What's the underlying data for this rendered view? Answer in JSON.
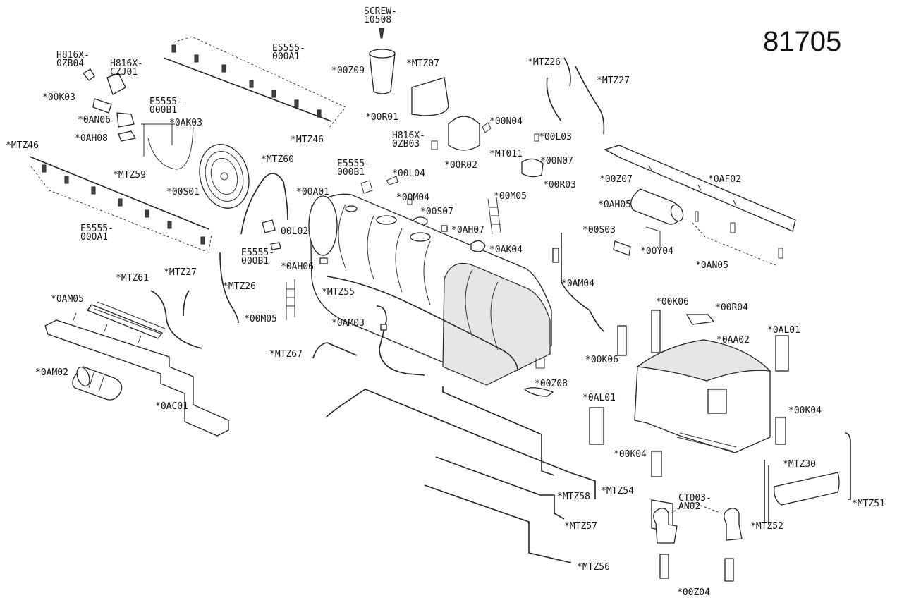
{
  "model_number": "81705",
  "labels": [
    {
      "id": "screw",
      "lines": [
        "SCREW-",
        "10508"
      ]
    },
    {
      "id": "h816x-0zb04",
      "lines": [
        "H816X-",
        "0ZB04"
      ]
    },
    {
      "id": "h816x-czj01",
      "lines": [
        "H816X-",
        "CZJ01"
      ]
    },
    {
      "id": "e5555-000a1-top",
      "lines": [
        "E5555-",
        "000A1"
      ]
    },
    {
      "id": "00z09",
      "lines": [
        "*00Z09"
      ]
    },
    {
      "id": "mtz07",
      "lines": [
        "*MTZ07"
      ]
    },
    {
      "id": "mtz26-top",
      "lines": [
        "*MTZ26"
      ]
    },
    {
      "id": "mtz27-top",
      "lines": [
        "*MTZ27"
      ]
    },
    {
      "id": "00k03",
      "lines": [
        "*00K03"
      ]
    },
    {
      "id": "e5555-000b1-a",
      "lines": [
        "E5555-",
        "000B1"
      ]
    },
    {
      "id": "00r01",
      "lines": [
        "*00R01"
      ]
    },
    {
      "id": "0an06",
      "lines": [
        "*0AN06"
      ]
    },
    {
      "id": "0ak03",
      "lines": [
        "*0AK03"
      ]
    },
    {
      "id": "00n04",
      "lines": [
        "*00N04"
      ]
    },
    {
      "id": "0ah08",
      "lines": [
        "*0AH08"
      ]
    },
    {
      "id": "mtz46-right",
      "lines": [
        "*MTZ46"
      ]
    },
    {
      "id": "h816x-0zb03",
      "lines": [
        "H816X-",
        "0ZB03"
      ]
    },
    {
      "id": "00l03",
      "lines": [
        "*00L03"
      ]
    },
    {
      "id": "mtz46-left",
      "lines": [
        "*MTZ46"
      ]
    },
    {
      "id": "mt011",
      "lines": [
        "*MT011"
      ]
    },
    {
      "id": "mtz59",
      "lines": [
        "*MTZ59"
      ]
    },
    {
      "id": "mtz60",
      "lines": [
        "*MTZ60"
      ]
    },
    {
      "id": "00r02",
      "lines": [
        "*00R02"
      ]
    },
    {
      "id": "00n07",
      "lines": [
        "*00N07"
      ]
    },
    {
      "id": "e5555-000b1-b",
      "lines": [
        "E5555-",
        "000B1"
      ]
    },
    {
      "id": "00z07",
      "lines": [
        "*00Z07"
      ]
    },
    {
      "id": "0af02",
      "lines": [
        "*0AF02"
      ]
    },
    {
      "id": "00l04",
      "lines": [
        "*00L04"
      ]
    },
    {
      "id": "00s01",
      "lines": [
        "*00S01"
      ]
    },
    {
      "id": "00r03",
      "lines": [
        "*00R03"
      ]
    },
    {
      "id": "00a01",
      "lines": [
        "*00A01"
      ]
    },
    {
      "id": "00m04",
      "lines": [
        "*00M04"
      ]
    },
    {
      "id": "00m05-top",
      "lines": [
        "*00M05"
      ]
    },
    {
      "id": "0ah05",
      "lines": [
        "*0AH05"
      ]
    },
    {
      "id": "00s07",
      "lines": [
        "*00S07"
      ]
    },
    {
      "id": "e5555-000a1-bottom",
      "lines": [
        "E5555-",
        "000A1"
      ]
    },
    {
      "id": "00l02",
      "lines": [
        "00L02"
      ]
    },
    {
      "id": "0ah07",
      "lines": [
        "*0AH07"
      ]
    },
    {
      "id": "00s03",
      "lines": [
        "*00S03"
      ]
    },
    {
      "id": "0ak04",
      "lines": [
        "*0AK04"
      ]
    },
    {
      "id": "00y04",
      "lines": [
        "*00Y04"
      ]
    },
    {
      "id": "e5555-000b1-c",
      "lines": [
        "E5555-",
        "000B1"
      ]
    },
    {
      "id": "0ah06",
      "lines": [
        "*0AH06"
      ]
    },
    {
      "id": "0an05",
      "lines": [
        "*0AN05"
      ]
    },
    {
      "id": "mtz61",
      "lines": [
        "*MTZ61"
      ]
    },
    {
      "id": "mtz27-mid",
      "lines": [
        "*MTZ27"
      ]
    },
    {
      "id": "mtz26-mid",
      "lines": [
        "*MTZ26"
      ]
    },
    {
      "id": "0am04",
      "lines": [
        "*0AM04"
      ]
    },
    {
      "id": "mtz55",
      "lines": [
        "*MTZ55"
      ]
    },
    {
      "id": "0am05",
      "lines": [
        "*0AM05"
      ]
    },
    {
      "id": "00k06-top",
      "lines": [
        "*00K06"
      ]
    },
    {
      "id": "00r04",
      "lines": [
        "*00R04"
      ]
    },
    {
      "id": "00m05-mid",
      "lines": [
        "*00M05"
      ]
    },
    {
      "id": "0am03",
      "lines": [
        "*0AM03"
      ]
    },
    {
      "id": "0al01-right",
      "lines": [
        "*0AL01"
      ]
    },
    {
      "id": "0aa02",
      "lines": [
        "*0AA02"
      ]
    },
    {
      "id": "mtz67",
      "lines": [
        "*MTZ67"
      ]
    },
    {
      "id": "00k06-bottom",
      "lines": [
        "*00K06"
      ]
    },
    {
      "id": "0am02",
      "lines": [
        "*0AM02"
      ]
    },
    {
      "id": "00z08",
      "lines": [
        "*00Z08"
      ]
    },
    {
      "id": "0al01-left",
      "lines": [
        "*0AL01"
      ]
    },
    {
      "id": "0ac01",
      "lines": [
        "*0AC01"
      ]
    },
    {
      "id": "00k04-right",
      "lines": [
        "*00K04"
      ]
    },
    {
      "id": "00k04-left",
      "lines": [
        "*00K04"
      ]
    },
    {
      "id": "mtz30",
      "lines": [
        "*MTZ30"
      ]
    },
    {
      "id": "mtz58",
      "lines": [
        "*MTZ58"
      ]
    },
    {
      "id": "mtz54",
      "lines": [
        "*MTZ54"
      ]
    },
    {
      "id": "mtz51",
      "lines": [
        "*MTZ51"
      ]
    },
    {
      "id": "ct003-an02",
      "lines": [
        "CT003-",
        "AN02"
      ]
    },
    {
      "id": "mtz52",
      "lines": [
        "*MTZ52"
      ]
    },
    {
      "id": "mtz57",
      "lines": [
        "*MTZ57"
      ]
    },
    {
      "id": "mtz56",
      "lines": [
        "*MTZ56"
      ]
    },
    {
      "id": "00z04",
      "lines": [
        "*00Z04"
      ]
    }
  ]
}
